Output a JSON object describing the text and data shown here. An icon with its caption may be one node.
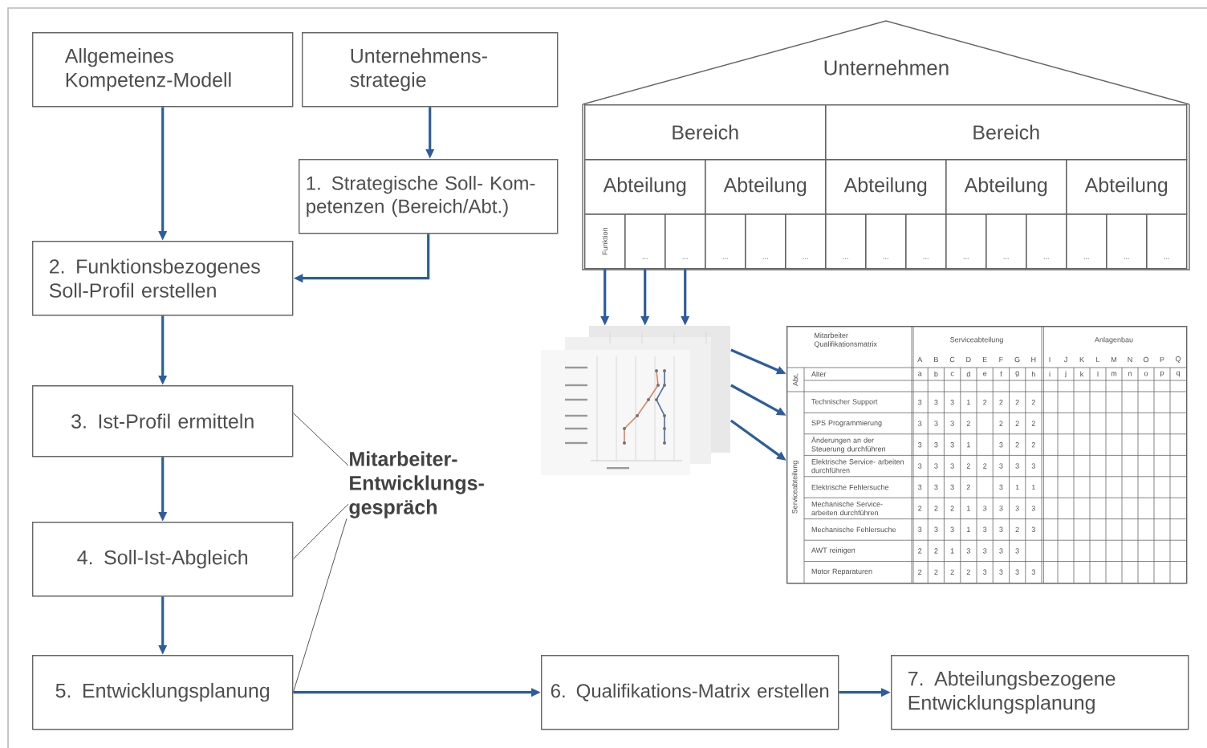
{
  "diagram": {
    "nodes": [
      {
        "text": [
          "Allgemeines Kompetenz-Modell"
        ]
      },
      {
        "text": [
          "Unternehmens- strategie"
        ]
      },
      {
        "text": [
          "1. Strategische Soll- Kom- petenzen (Bereich/Abt.)"
        ]
      },
      {
        "text": [
          "2. Funktionsbezogenes Soll-Profil erstellen"
        ]
      },
      {
        "text": [
          "3. Ist-Profil ermitteln"
        ]
      },
      {
        "text": [
          "4. Soll-Ist-Abgleich"
        ]
      },
      {
        "text": [
          "5. Entwicklungsplanung"
        ]
      },
      {
        "text": [
          "Mitarbeiter- Entwicklungs- gespräch"
        ]
      },
      {
        "text": [
          "6. Qualifikations-Matrix erstellen"
        ]
      },
      {
        "text": [
          "7. Abteilungsbezogene Entwicklungsplanung"
        ]
      },
      {
        "text": [
          "Unternehmen"
        ]
      },
      {
        "text": [
          "Bereich"
        ],
        "in": 10
      },
      {
        "text": [
          "Bereich"
        ],
        "in": 10
      },
      {
        "text": [
          "Abteilung"
        ],
        "in": 10
      },
      {
        "text": [
          "Abteilung"
        ],
        "in": 10
      },
      {
        "text": [
          "Abteilung"
        ],
        "in": 10
      },
      {
        "text": [
          "Abteilung"
        ],
        "in": 10
      },
      {
        "text": [
          "Abteilung"
        ],
        "in": 10
      },
      {
        "text": [
          "Funktion"
        ],
        "in": 10
      },
      {
        "text": [
          "..."
        ],
        "in": 10
      },
      {
        "text": [
          "..."
        ],
        "in": 10
      },
      {
        "text": [
          "..."
        ],
        "in": 10
      },
      {
        "text": [
          "..."
        ],
        "in": 10
      },
      {
        "text": [
          "..."
        ],
        "in": 10
      },
      {
        "text": [
          "..."
        ],
        "in": 10
      },
      {
        "text": [
          "..."
        ],
        "in": 10
      },
      {
        "text": [
          "..."
        ],
        "in": 10
      },
      {
        "text": [
          "..."
        ],
        "in": 10
      },
      {
        "text": [
          "..."
        ],
        "in": 10
      },
      {
        "text": [
          "..."
        ],
        "in": 10
      },
      {
        "text": [
          "..."
        ],
        "in": 10
      },
      {
        "text": [
          "..."
        ],
        "in": 10
      },
      {
        "text": [
          "..."
        ],
        "in": 10
      },
      {
        "text": [],
        "shape": "picture"
      },
      {
        "text": [
          "Mitarbeiter Qualifikationsmatrix"
        ]
      }
    ],
    "edges": [
      {
        "from": 0,
        "to": 3,
        "arrow": "to"
      },
      {
        "from": 1,
        "to": 2,
        "arrow": "to"
      },
      {
        "from": 2,
        "to": 3,
        "arrow": "to"
      },
      {
        "from": 3,
        "to": 4,
        "arrow": "to"
      },
      {
        "from": 4,
        "to": 5,
        "arrow": "to"
      },
      {
        "from": 5,
        "to": 6,
        "arrow": "to"
      },
      {
        "from": 7,
        "to": 4,
        "arrow": "none",
        "color": "#555555"
      },
      {
        "from": 7,
        "to": 5,
        "arrow": "none",
        "color": "#555555"
      },
      {
        "from": 7,
        "to": 6,
        "arrow": "none",
        "color": "#555555"
      },
      {
        "from": 6,
        "to": 8,
        "arrow": "to"
      },
      {
        "from": 8,
        "to": 9,
        "arrow": "to"
      },
      {
        "from": 18,
        "to": 33,
        "arrow": "to"
      },
      {
        "from": 19,
        "to": 33,
        "arrow": "to"
      },
      {
        "from": 20,
        "to": 33,
        "arrow": "to"
      },
      {
        "from": 33,
        "to": 34,
        "arrow": "to"
      },
      {
        "from": 33,
        "to": 34,
        "arrow": "to"
      },
      {
        "from": 33,
        "to": 34,
        "arrow": "to"
      }
    ],
    "labels": [
      "Serviceabteilung",
      "Anlagenbau",
      "A",
      "B",
      "C",
      "D",
      "E",
      "F",
      "G",
      "H",
      "I",
      "J",
      "K",
      "L",
      "M",
      "N",
      "O",
      "P",
      "Q",
      "Abt.",
      "Alter",
      "a",
      "b",
      "c",
      "d",
      "e",
      "f",
      "g",
      "h",
      "i",
      "j",
      "k",
      "l",
      "m",
      "n",
      "o",
      "p",
      "q",
      "Serviceabteilung",
      "Technischer Support",
      "3",
      "3",
      "3",
      "1",
      "2",
      "2",
      "2",
      "2",
      "SPS Programmierung",
      "3",
      "3",
      "3",
      "2",
      "2",
      "2",
      "2",
      "Änderungen an der Steuerung durchführen",
      "3",
      "3",
      "3",
      "1",
      "3",
      "2",
      "2",
      "Elektrische Service- arbeiten durchführen",
      "3",
      "3",
      "3",
      "2",
      "2",
      "3",
      "3",
      "3",
      "Elektrische Fehlersuche",
      "3",
      "3",
      "3",
      "2",
      "3",
      "1",
      "1",
      "Mechanische Service- arbeiten durchführen",
      "2",
      "2",
      "2",
      "1",
      "3",
      "3",
      "3",
      "3",
      "Mechanische Fehlersuche",
      "3",
      "3",
      "3",
      "1",
      "3",
      "3",
      "2",
      "3",
      "AWT reinigen",
      "2",
      "2",
      "1",
      "3",
      "3",
      "3",
      "3",
      "Motor Reparaturen",
      "2",
      "2",
      "2",
      "2",
      "3",
      "3",
      "3",
      "3"
    ]
  }
}
